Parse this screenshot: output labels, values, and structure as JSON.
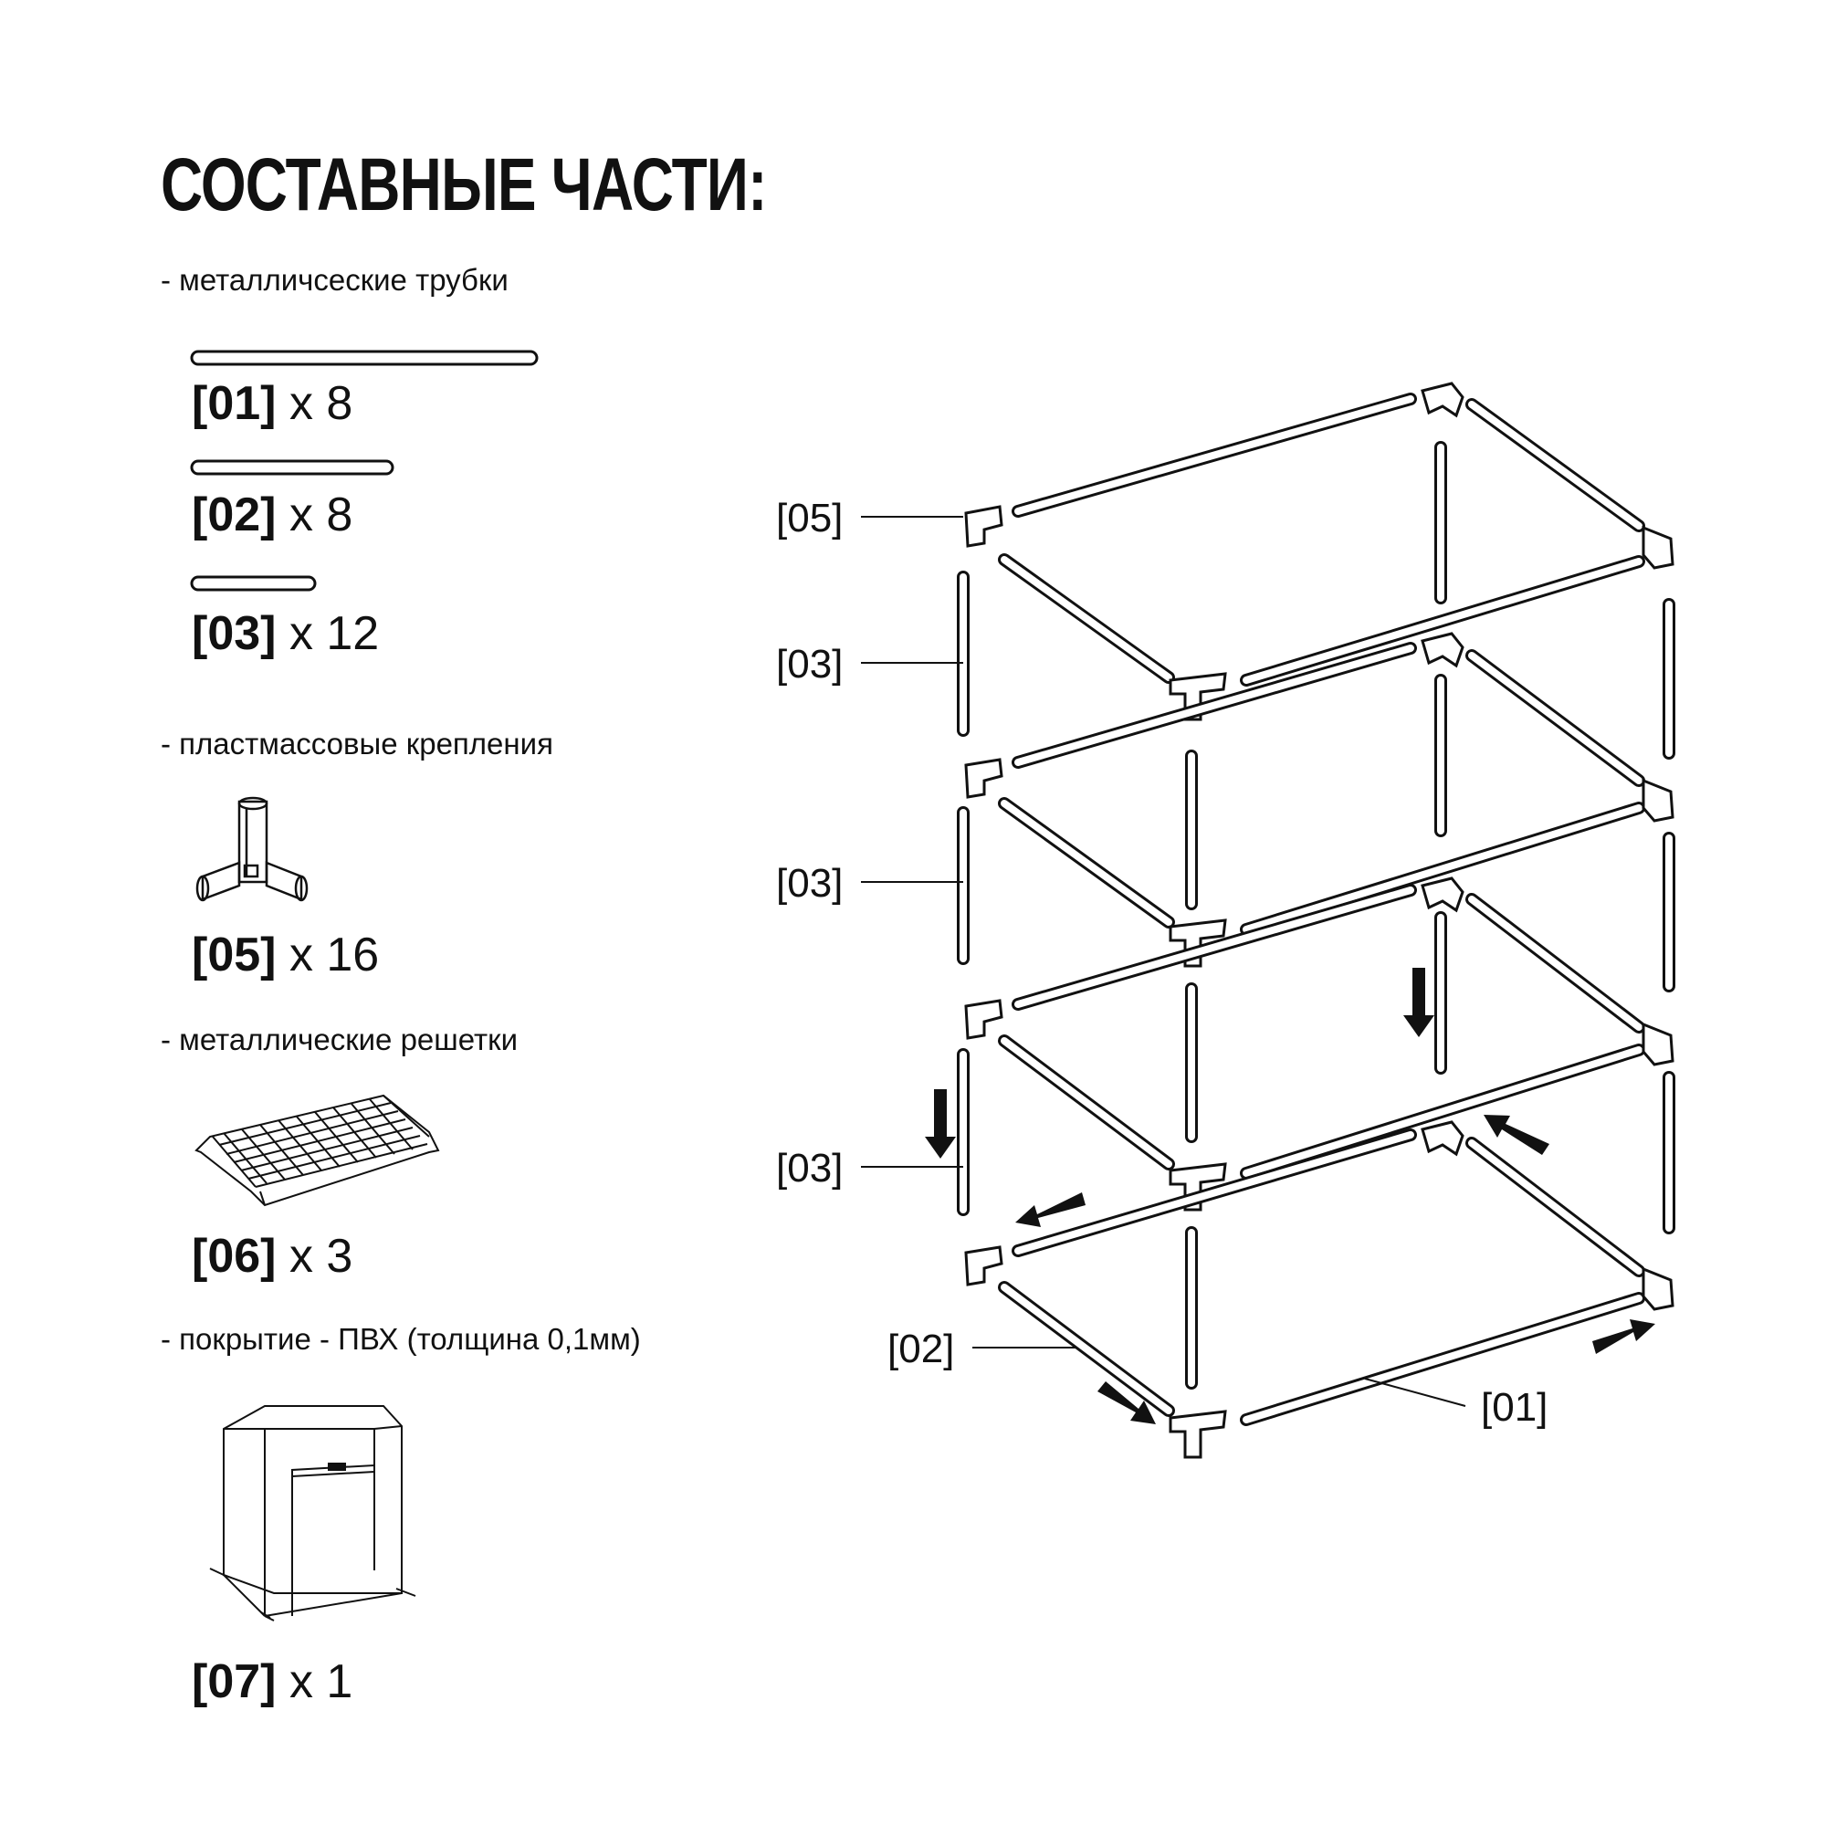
{
  "title": "СОСТАВНЫЕ ЧАСТИ:",
  "sections": {
    "tubes": "- металличсеские трубки",
    "fasteners": "- пластмассовые крепления",
    "grids": "- металлические решетки",
    "cover": "- покрытие - ПВХ (толщина 0,1мм)"
  },
  "parts": [
    {
      "code": "[01]",
      "qty": "x 8"
    },
    {
      "code": "[02]",
      "qty": "x 8"
    },
    {
      "code": "[03]",
      "qty": "x 12"
    },
    {
      "code": "[05]",
      "qty": "x 16"
    },
    {
      "code": "[06]",
      "qty": "x 3"
    },
    {
      "code": "[07]",
      "qty": "x 1"
    }
  ],
  "callouts": {
    "c05": "[05]",
    "c03a": "[03]",
    "c03b": "[03]",
    "c03c": "[03]",
    "c02": "[02]",
    "c01": "[01]"
  }
}
